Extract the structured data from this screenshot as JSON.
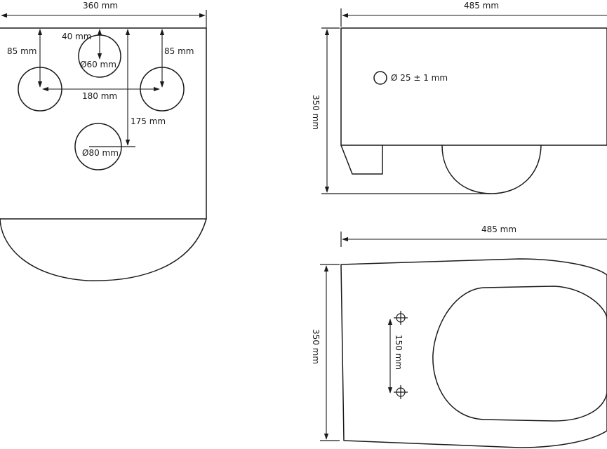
{
  "front_view": {
    "width_label": "360 mm",
    "offset_top_label": "40 mm",
    "offset_left_label": "85 mm",
    "offset_right_label": "85 mm",
    "small_hole_label": "Ø60 mm",
    "spacing_label": "180 mm",
    "depth_label": "175 mm",
    "large_hole_label": "Ø80 mm"
  },
  "side_view": {
    "length_label": "485 mm",
    "height_label": "350 mm",
    "inlet_label": "Ø 25 ± 1 mm"
  },
  "top_view": {
    "length_label": "485 mm",
    "height_label": "350 mm",
    "bolt_spacing_label": "150 mm"
  }
}
